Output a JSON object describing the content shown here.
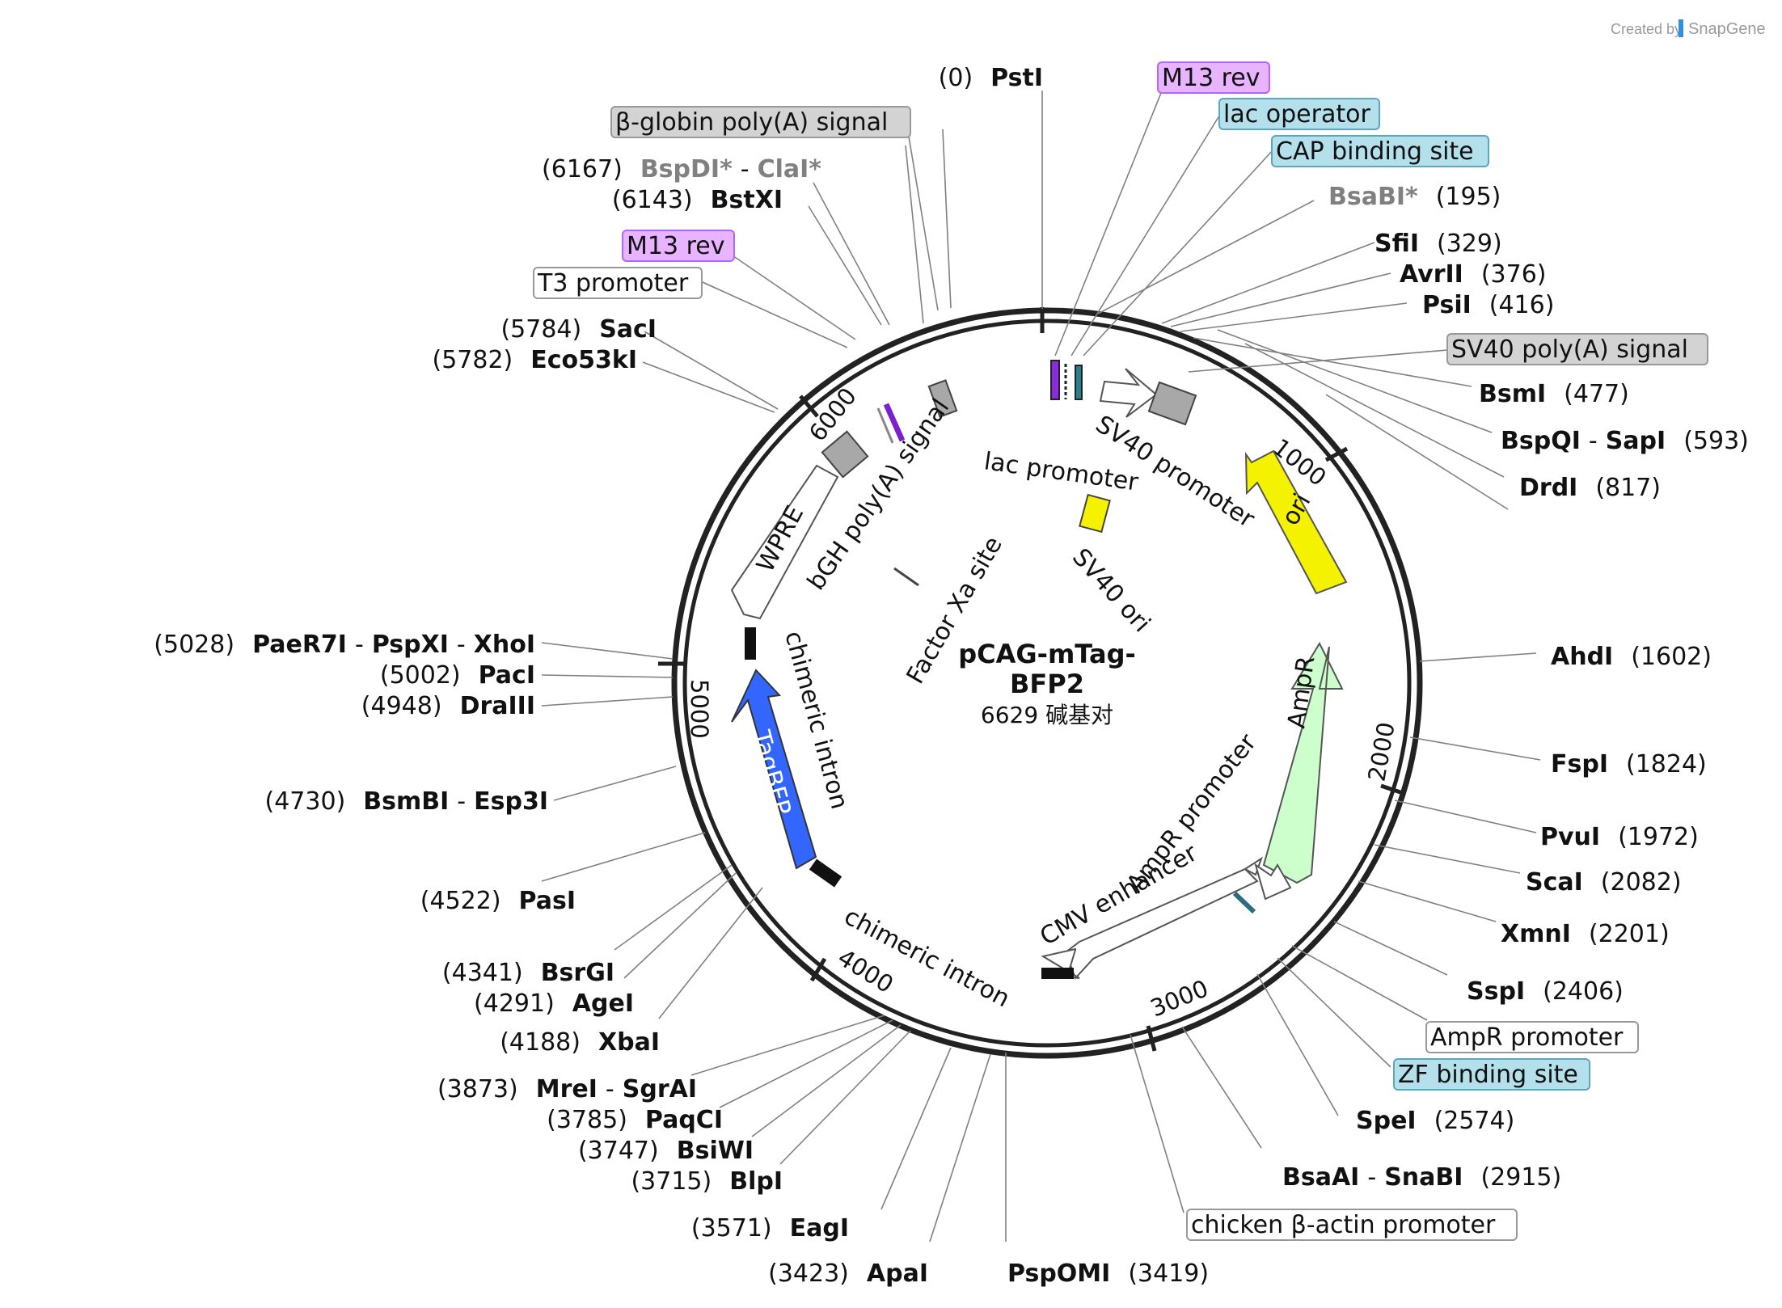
{
  "plasmid": {
    "name_line1": "pCAG-mTag-",
    "name_line2": "BFP2",
    "size_text": "6629 碱基对"
  },
  "credit": {
    "prefix": "Created by",
    "brand": "SnapGene"
  },
  "ticks": [
    "1000",
    "2000",
    "3000",
    "4000",
    "5000",
    "6000"
  ],
  "enzymes": {
    "psti": {
      "pos": "(0)",
      "name": "PstI"
    },
    "bspdi": {
      "pos": "(6167)",
      "name": "BspDI*",
      "sep": "-",
      "name2": "ClaI*"
    },
    "bstxi": {
      "pos": "(6143)",
      "name": "BstXI"
    },
    "saci": {
      "pos": "(5784)",
      "name": "SacI"
    },
    "eco53ki": {
      "pos": "(5782)",
      "name": "Eco53kI"
    },
    "paer7i": {
      "pos": "(5028)",
      "name": "PaeR7I",
      "sep": "-",
      "name2": "PspXI",
      "sep2": "-",
      "name3": "XhoI"
    },
    "paci": {
      "pos": "(5002)",
      "name": "PacI"
    },
    "draiii": {
      "pos": "(4948)",
      "name": "DraIII"
    },
    "bsmbi": {
      "pos": "(4730)",
      "name": "BsmBI",
      "sep": "-",
      "name2": "Esp3I"
    },
    "pasi": {
      "pos": "(4522)",
      "name": "PasI"
    },
    "bsrgi": {
      "pos": "(4341)",
      "name": "BsrGI"
    },
    "agei": {
      "pos": "(4291)",
      "name": "AgeI"
    },
    "xbai": {
      "pos": "(4188)",
      "name": "XbaI"
    },
    "mrei": {
      "pos": "(3873)",
      "name": "MreI",
      "sep": "-",
      "name2": "SgrAI"
    },
    "paqci": {
      "pos": "(3785)",
      "name": "PaqCI"
    },
    "bsiwi": {
      "pos": "(3747)",
      "name": "BsiWI"
    },
    "blpi": {
      "pos": "(3715)",
      "name": "BlpI"
    },
    "eagi": {
      "pos": "(3571)",
      "name": "EagI"
    },
    "apai": {
      "pos": "(3423)",
      "name": "ApaI"
    },
    "pspomi": {
      "name": "PspOMI",
      "pos": "(3419)"
    },
    "bsabi": {
      "name": "BsaBI*",
      "pos": "(195)"
    },
    "sfii": {
      "name": "SfiI",
      "pos": "(329)"
    },
    "avrii": {
      "name": "AvrII",
      "pos": "(376)"
    },
    "psii": {
      "name": "PsiI",
      "pos": "(416)"
    },
    "bsmi": {
      "name": "BsmI",
      "pos": "(477)"
    },
    "bspqi": {
      "name": "BspQI",
      "sep": "-",
      "name2": "SapI",
      "pos": "(593)"
    },
    "drdi": {
      "name": "DrdI",
      "pos": "(817)"
    },
    "ahdi": {
      "name": "AhdI",
      "pos": "(1602)"
    },
    "fspi": {
      "name": "FspI",
      "pos": "(1824)"
    },
    "pvui": {
      "name": "PvuI",
      "pos": "(1972)"
    },
    "scai": {
      "name": "ScaI",
      "pos": "(2082)"
    },
    "xmni": {
      "name": "XmnI",
      "pos": "(2201)"
    },
    "sspi": {
      "name": "SspI",
      "pos": "(2406)"
    },
    "spei": {
      "name": "SpeI",
      "pos": "(2574)"
    },
    "bsaai": {
      "name": "BsaAI",
      "sep": "-",
      "name2": "SnaBI",
      "pos": "(2915)"
    }
  },
  "boxed_features": {
    "m13rev_top": "M13 rev",
    "lac_operator": "lac operator",
    "cap_binding": "CAP binding site",
    "sv40_polya": "SV40 poly(A) signal",
    "beta_globin": "β-globin poly(A) signal",
    "m13rev_left": "M13 rev",
    "t3_promoter": "T3 promoter",
    "ampr_promoter_box": "AmpR promoter",
    "zf_binding": "ZF binding site",
    "chicken_actin": "chicken β-actin promoter"
  },
  "inner_labels": {
    "lac_promoter": "lac promoter",
    "sv40_promoter": "SV40 promoter",
    "sv40_ori": "SV40 ori",
    "ori": "ori",
    "ampr": "AmpR",
    "ampr_promoter": "AmpR promoter",
    "cmv_enhancer": "CMV enhancer",
    "chimeric_intron_bottom": "chimeric intron",
    "chimeric_intron_left": "chimeric intron",
    "tagbfp": "TagBFP",
    "wpre": "WPRE",
    "bgh_polya": "bGH poly(A) signal",
    "factor_xa": "Factor Xa site"
  },
  "colors": {
    "ori": "#f5f200",
    "ampr": "#ccffcc",
    "tagbfp": "#3366ff",
    "grey_feature": "#a8a8a8",
    "purple_box": "#e8b3ff",
    "blue_box": "#b4e0ec",
    "grey_box": "#d3d3d3"
  }
}
